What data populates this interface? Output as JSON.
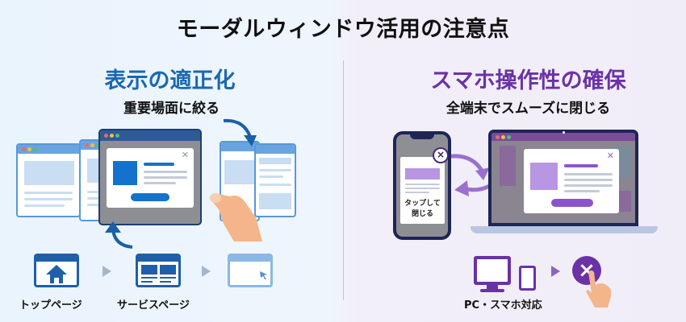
{
  "title": "モーダルウィンドウ活用の注意点",
  "left": {
    "heading": "表示の適正化",
    "subheading": "重要場面に絞る",
    "flow": [
      {
        "label": "トップページ",
        "icon": "home-page-icon"
      },
      {
        "label": "サービスページ",
        "icon": "content-page-icon"
      },
      {
        "label": "",
        "icon": "cursor-page-icon"
      }
    ],
    "colors": {
      "accent": "#1b68b0",
      "window_border": "#5a97d8",
      "modal_button": "#1472cc"
    }
  },
  "right": {
    "heading": "スマホ操作性の確保",
    "subheading": "全端末でスムーズに閉じる",
    "phone_modal_text": [
      "タップして",
      "閉じる"
    ],
    "close_glyph": "×",
    "flow_label": "PC・スマホ対応",
    "colors": {
      "accent": "#6a32a6",
      "modal_button": "#8a55cc",
      "modal_image": "#b896e2"
    }
  }
}
